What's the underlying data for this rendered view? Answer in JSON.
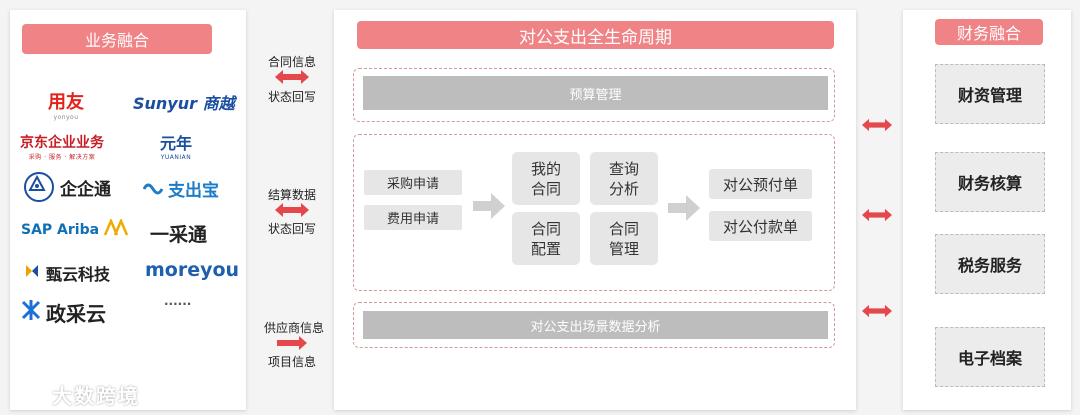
{
  "left_panel": {
    "title": "业务融合",
    "logos": [
      {
        "name": "用友",
        "sub": "yonyou",
        "color": "#e2231a"
      },
      {
        "name": "Sunyur 商越",
        "color": "#1a4fa0"
      },
      {
        "name": "京东企业业务",
        "sub": "采购 · 服务 · 解决方案",
        "color": "#c81d25"
      },
      {
        "name": "元年",
        "sub": "YUANIAN",
        "color": "#1a4fa0"
      },
      {
        "name": "企企通",
        "color": "#222222"
      },
      {
        "name": "支出宝",
        "color": "#1d7cc7"
      },
      {
        "name": "SAP Ariba",
        "color": "#1070b6"
      },
      {
        "name": "一采通",
        "color": "#222222"
      },
      {
        "name": "甄云科技",
        "color": "#222222"
      },
      {
        "name": "moreyou",
        "color": "#1f5fb0"
      },
      {
        "name": "政采云",
        "color": "#222222"
      },
      {
        "name": "......",
        "color": "#555555"
      }
    ]
  },
  "connectors_left": [
    {
      "top": "合同信息",
      "bottom": "状态回写"
    },
    {
      "top": "结算数据",
      "bottom": "状态回写"
    },
    {
      "top": "供应商信息",
      "bottom": "项目信息"
    }
  ],
  "center_panel": {
    "title": "对公支出全生命周期",
    "budget": "预算管理",
    "requests": [
      "采购申请",
      "费用申请"
    ],
    "modules": [
      "我的\n合同",
      "查询\n分析",
      "合同\n配置",
      "合同\n管理"
    ],
    "payments": [
      "对公预付单",
      "对公付款单"
    ],
    "analysis": "对公支出场景数据分析"
  },
  "right_panel": {
    "title": "财务融合",
    "items": [
      "财资管理",
      "财务核算",
      "税务服务",
      "电子档案"
    ]
  },
  "watermark": "大数跨境",
  "colors": {
    "accent": "#f08386",
    "arrow": "#e4484c",
    "gray_bar": "#bdbdbd",
    "gray_box": "#e6e6e6"
  }
}
